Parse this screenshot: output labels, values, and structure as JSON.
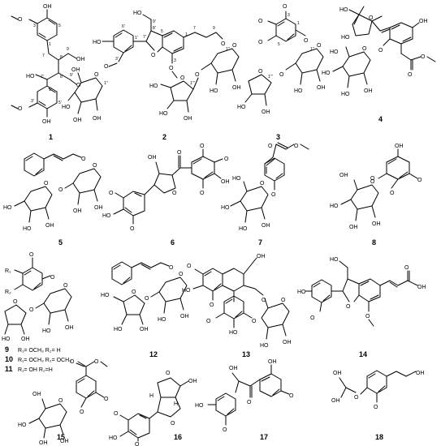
{
  "compounds": [
    {
      "id": "1",
      "label": "1"
    },
    {
      "id": "2",
      "label": "2"
    },
    {
      "id": "3",
      "label": "3"
    },
    {
      "id": "4",
      "label": "4"
    },
    {
      "id": "5",
      "label": "5"
    },
    {
      "id": "6",
      "label": "6"
    },
    {
      "id": "7",
      "label": "7"
    },
    {
      "id": "8",
      "label": "8"
    },
    {
      "id": "9",
      "label": "9"
    },
    {
      "id": "10",
      "label": "10"
    },
    {
      "id": "11",
      "label": "11"
    },
    {
      "id": "12",
      "label": "12"
    },
    {
      "id": "13",
      "label": "13"
    },
    {
      "id": "14",
      "label": "14"
    },
    {
      "id": "15",
      "label": "15"
    },
    {
      "id": "16",
      "label": "16"
    },
    {
      "id": "17",
      "label": "17"
    },
    {
      "id": "18",
      "label": "18"
    }
  ],
  "substituents": {
    "c9": "R₁= OCH₃ R₂= H",
    "c10": "R₁= OCH₃ R₂= OCH₃",
    "c11": "R₁= OH     R₂=H"
  },
  "atoms": {
    "oh": "OH",
    "ho": "HO",
    "o": "O",
    "h": "H",
    "r1": "R₁",
    "r2": "R₂"
  },
  "numbering": {
    "n1": "1",
    "n3": "3",
    "n5": "5",
    "n7": "7",
    "n8": "8",
    "n9": "9",
    "n1p": "1'",
    "n3p": "3'",
    "n5p": "5'",
    "n7p": "7'",
    "n8p": "8'",
    "n9p": "9'",
    "n6p": "6'",
    "n1pp": "1''",
    "n1ppp": "1'''"
  }
}
